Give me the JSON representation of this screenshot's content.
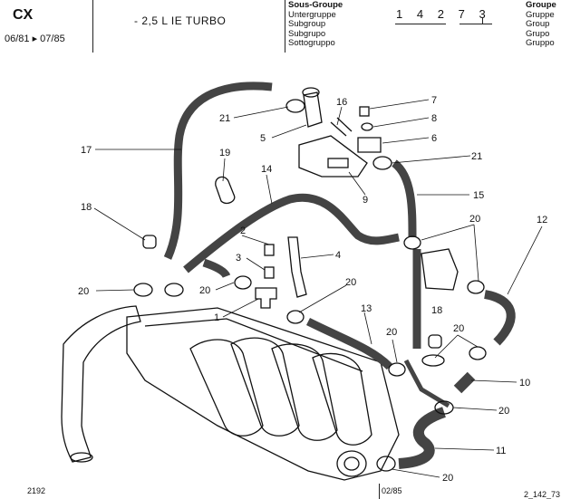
{
  "header": {
    "model": "CX",
    "years": "06/81 ▸ 07/85",
    "engine": "- 2,5 L IE TURBO",
    "subgroup_labels": [
      "Sous-Groupe",
      "Untergruppe",
      "Subgroup",
      "Subgrupo",
      "Sottogruppo"
    ],
    "group_labels": [
      "Groupe",
      "Gruppe",
      "Group",
      "Grupo",
      "Gruppo"
    ],
    "code_digits": [
      "1",
      "4",
      "2",
      "7",
      "3"
    ]
  },
  "footer": {
    "left": "2192",
    "center": "02/85",
    "right": "2_142_73"
  },
  "callouts": [
    "21",
    "7",
    "16",
    "8",
    "5",
    "6",
    "17",
    "19",
    "21",
    "14",
    "9",
    "15",
    "18",
    "2",
    "20",
    "12",
    "4",
    "3",
    "20",
    "20",
    "20",
    "1",
    "13",
    "18",
    "20",
    "20",
    "10",
    "20",
    "11",
    "20"
  ]
}
